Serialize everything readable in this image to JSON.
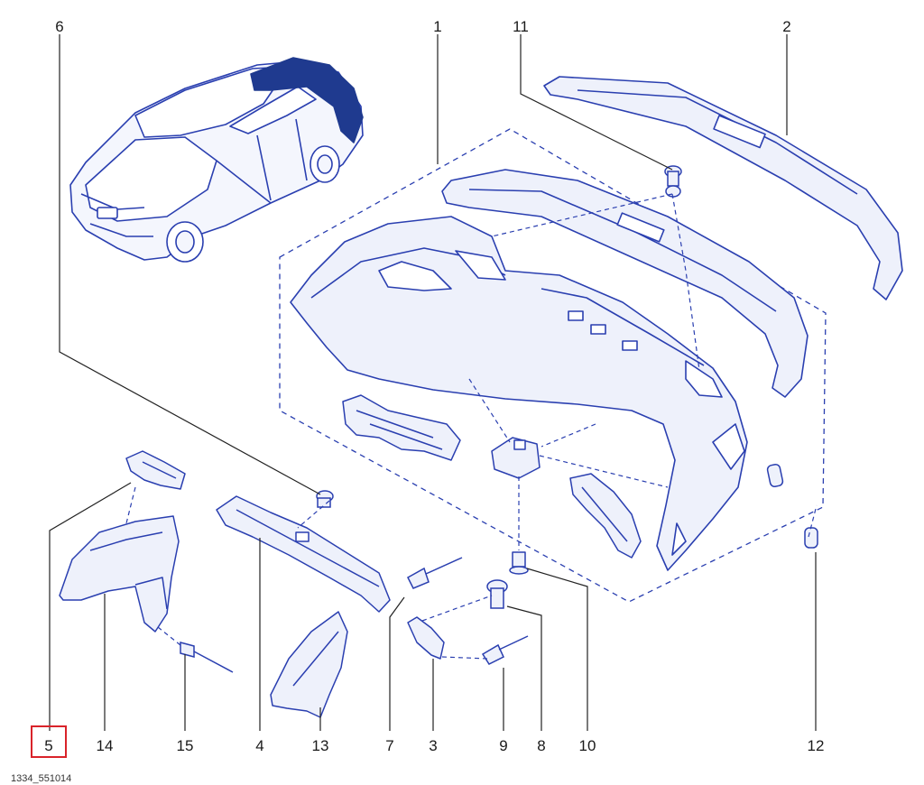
{
  "diagram": {
    "reference": "1334_551014",
    "highlighted_part": "5",
    "colors": {
      "line": "#2a3fb0",
      "fill": "#eef1fb",
      "highlight": "#1f3a8f",
      "leader": "#222222",
      "marker": "#d9232a"
    },
    "labels": {
      "p1": "1",
      "p2": "2",
      "p3": "3",
      "p4": "4",
      "p5": "5",
      "p6": "6",
      "p7": "7",
      "p8": "8",
      "p9": "9",
      "p10": "10",
      "p11": "11",
      "p12": "12",
      "p13": "13",
      "p14": "14",
      "p15": "15"
    }
  }
}
